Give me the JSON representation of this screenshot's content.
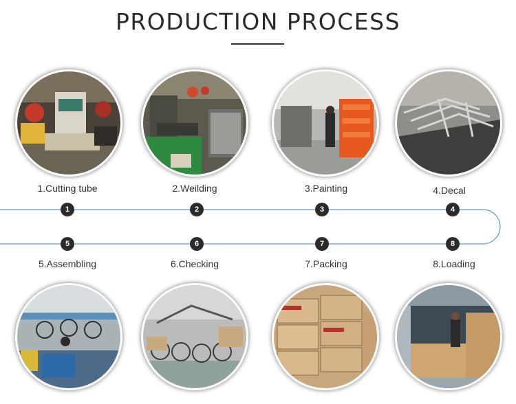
{
  "header": {
    "title": "PRODUCTION PROCESS"
  },
  "steps": [
    {
      "number": "1",
      "label": "1.Cutting tube"
    },
    {
      "number": "2",
      "label": "2.Weilding"
    },
    {
      "number": "3",
      "label": "3.Painting"
    },
    {
      "number": "4",
      "label": "4.Decal"
    },
    {
      "number": "5",
      "label": "5.Assembling"
    },
    {
      "number": "6",
      "label": "6.Checking"
    },
    {
      "number": "7",
      "label": "7.Packing"
    },
    {
      "number": "8",
      "label": "8.Loading"
    }
  ],
  "colors": {
    "flow_line": "#3d7fc7",
    "number_badge": "#2b2b2b",
    "title_text": "#2a2a2a"
  }
}
